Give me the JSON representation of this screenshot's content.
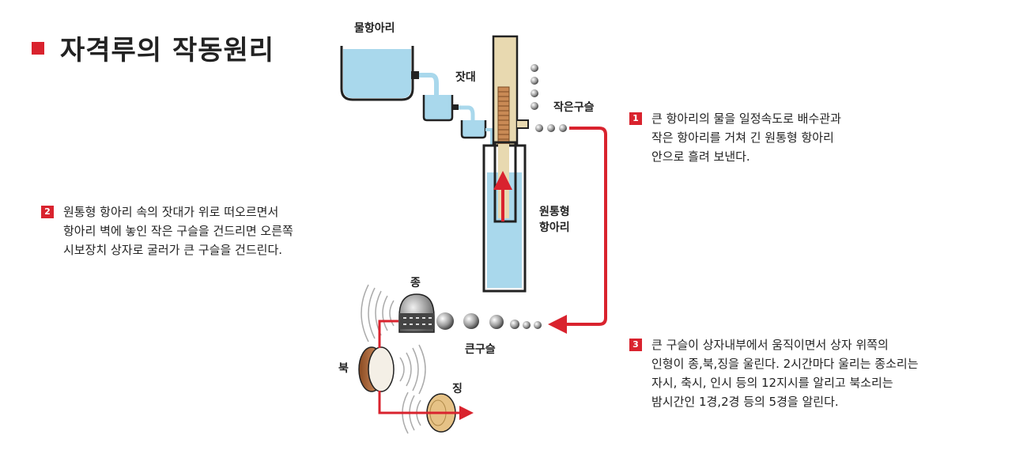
{
  "title": "자격루의 작동원리",
  "labels": {
    "water_jar": "물항아리",
    "float_rod": "잣대",
    "small_balls": "작은구슬",
    "cylinder_jar": [
      "원통형",
      "항아리"
    ],
    "bell": "종",
    "big_balls": "큰구슬",
    "drum": "북",
    "gong": "징"
  },
  "steps": [
    {
      "num": "1",
      "lines": [
        "큰 항아리의 물을 일정속도로 배수관과",
        "작은 항아리를 거쳐 긴 원통형 항아리",
        "안으로 흘려 보낸다."
      ]
    },
    {
      "num": "2",
      "lines": [
        "원통형 항아리 속의 잣대가 위로 떠오르면서",
        "항아리 벽에 놓인 작은 구슬을 건드리면 오른쪽",
        "시보장치 상자로 굴러가 큰 구슬을 건드린다."
      ]
    },
    {
      "num": "3",
      "lines": [
        "큰 구슬이 상자내부에서 움직이면서 상자 위쪽의",
        "인형이 종,북,징을 울린다. 2시간마다 울리는 종소리는",
        "자시, 축시, 인시 등의 12지시를 알리고 북소리는",
        "밤시간인 1경,2경 등의 5경을 알린다."
      ]
    }
  ],
  "colors": {
    "accent": "#d9232e",
    "water": "#a9d8ec",
    "wood": "#e8d9b0"
  }
}
